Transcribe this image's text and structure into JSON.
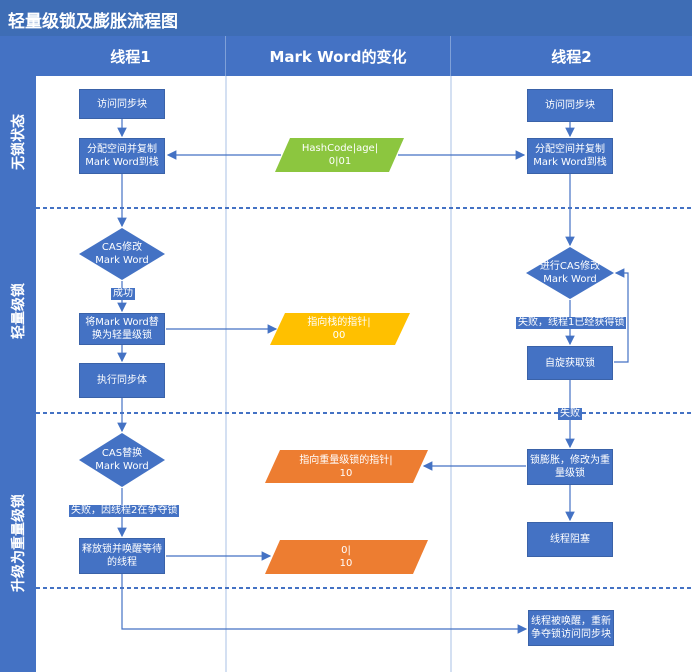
{
  "title": "轻量级锁及膨胀流程图",
  "columns": {
    "thread1": "线程1",
    "markword": "Mark Word的变化",
    "thread2": "线程2"
  },
  "lanes": {
    "unlocked": "无锁状态",
    "lightweight": "轻量级锁",
    "heavyweight": "升级为重量级锁"
  },
  "thread1": {
    "access_sync": "访问同步块",
    "alloc_copy": "分配空间并复制\nMark Word到栈",
    "cas_modify": "CAS修改\nMark Word",
    "success": "成功",
    "replace_lightweight": "将Mark Word替\n换为轻量级锁",
    "exec_sync": "执行同步体",
    "cas_replace": "CAS替换\nMark Word",
    "fail_contention": "失败，因线程2在争夺锁",
    "release_wake": "释放锁并唤醒等待\n的线程"
  },
  "markword": {
    "hashcode": "HashCode|age|\n0|01",
    "stack_ptr": "指向栈的指针|\n00",
    "heavy_ptr": "指向重量级锁的指针|\n10",
    "released": "0|\n10"
  },
  "thread2": {
    "access_sync": "访问同步块",
    "alloc_copy": "分配空间并复制\nMark Word到栈",
    "cas_modify": "进行CAS修改\nMark Word",
    "fail_acquired": "失败，线程1已经获得锁",
    "spin": "自旋获取锁",
    "fail": "失败",
    "inflate": "锁膨胀，修改为重\n量级锁",
    "blocked": "线程阻塞",
    "woken": "线程被唤醒，重新\n争夺锁访问同步块"
  },
  "colors": {
    "header": "#4472c4",
    "title": "#3e6db5",
    "box": "#4472c4",
    "green": "#8cc63f",
    "yellow": "#ffc000",
    "orange": "#ed7d31",
    "lane_divider": "#4472c4",
    "column_line": "#a9c0e6"
  }
}
